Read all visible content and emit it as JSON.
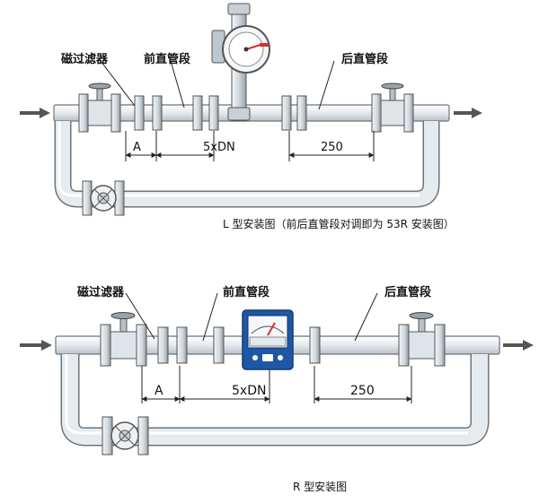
{
  "top": {
    "labels": {
      "filter": "磁过滤器",
      "front_straight": "前直管段",
      "rear_straight": "后直管段"
    },
    "dims": {
      "a": "A",
      "dn": "5xDN",
      "len": "250"
    },
    "caption": "L 型安装图（前后直管段对调即为 53R 安装图）"
  },
  "bottom": {
    "labels": {
      "filter": "磁过滤器",
      "front_straight": "前直管段",
      "rear_straight": "后直管段"
    },
    "dims": {
      "a": "A",
      "dn": "5xDN",
      "len": "250"
    },
    "caption": "R 型安装图"
  },
  "colors": {
    "pipe": "#e9eef2",
    "pipe_edge": "#6c747c",
    "flange": "#d7dde3",
    "meter_blue": "#1f57a6",
    "indicator_red": "#d9312b"
  }
}
